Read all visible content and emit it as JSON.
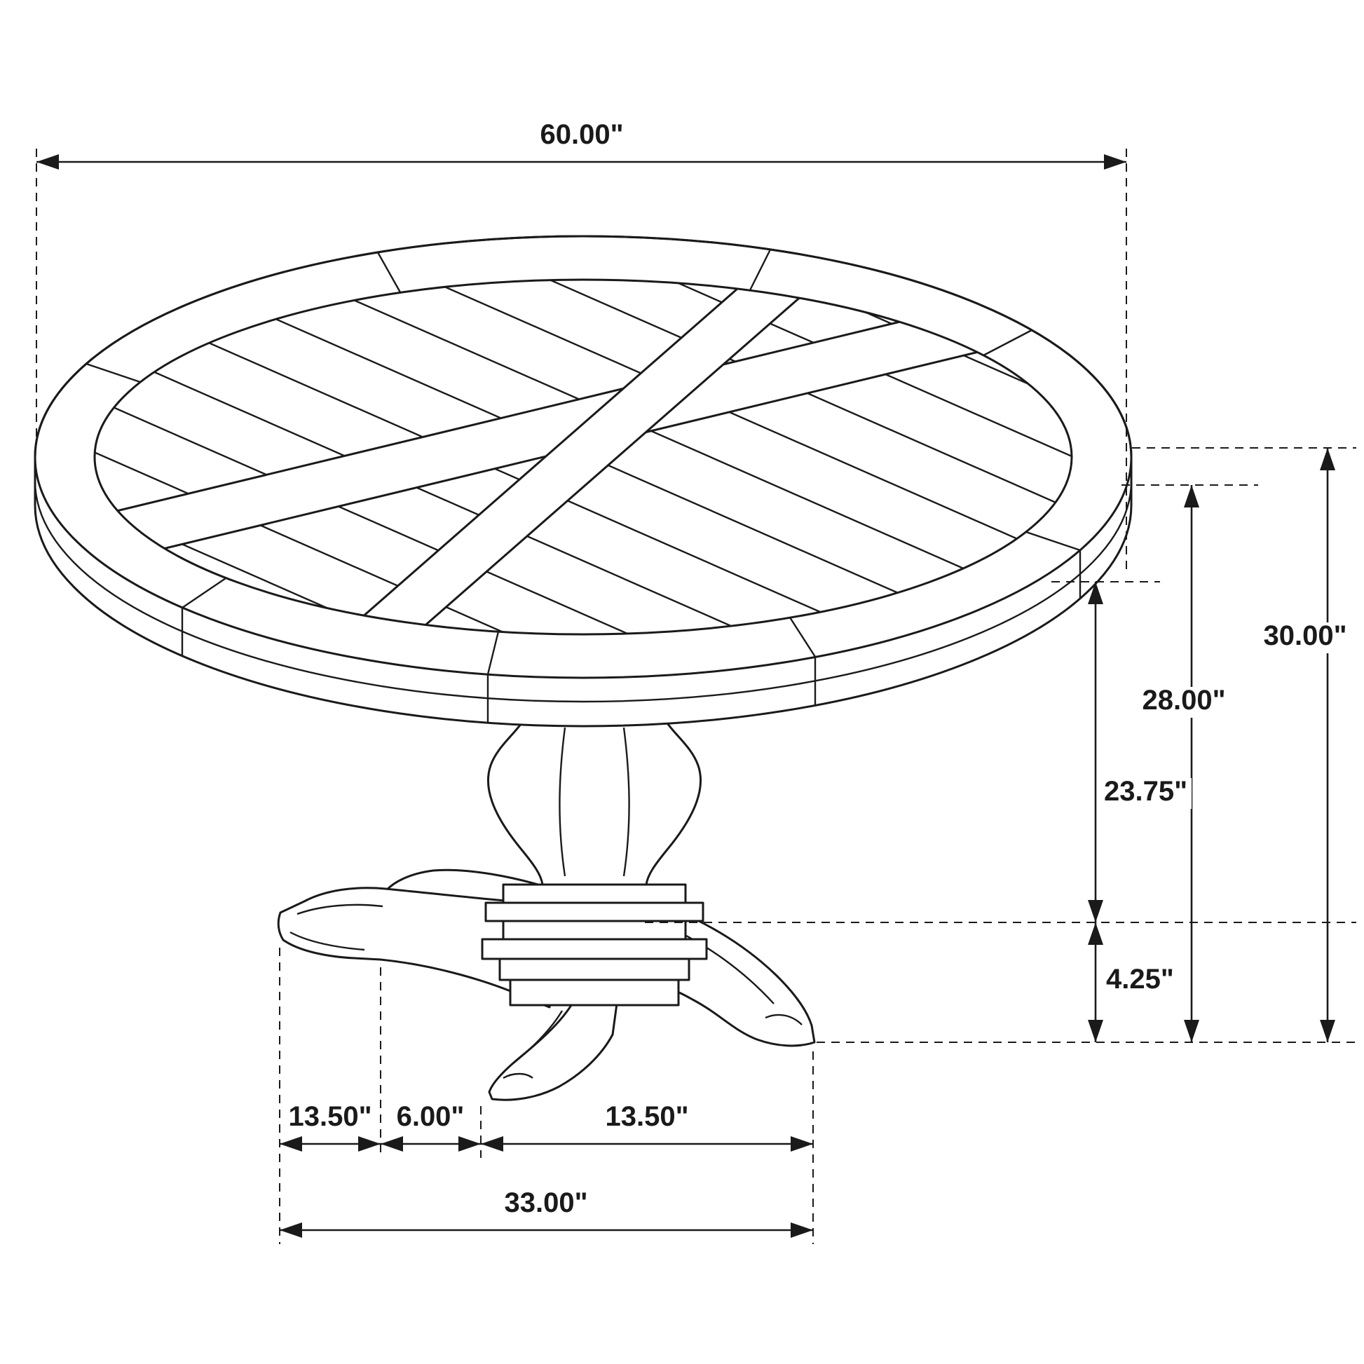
{
  "colors": {
    "line": "#1a1a1a",
    "background": "#ffffff"
  },
  "dimensions": {
    "top_width": "60.00\"",
    "overall_height": "30.00\"",
    "underside_height": "28.00\"",
    "pedestal_height": "23.75\"",
    "base_height": "4.25\"",
    "base_left_span": "13.50\"",
    "base_center_span": "6.00\"",
    "base_right_span": "13.50\"",
    "base_total_span": "33.00\""
  }
}
